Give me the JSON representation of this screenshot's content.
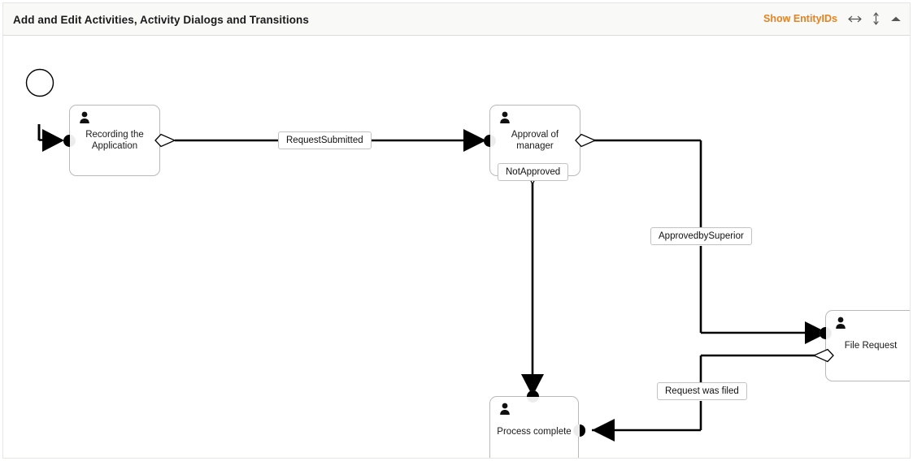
{
  "header": {
    "title": "Add and Edit Activities, Activity Dialogs and Transitions",
    "show_entity_ids_label": "Show EntityIDs",
    "accent_color": "#e8821e",
    "icons": [
      "horizontal-resize-icon",
      "vertical-resize-icon",
      "collapse-chevron-icon"
    ]
  },
  "diagram": {
    "type": "workflow-activity-diagram",
    "start_node": {
      "name": "start-event",
      "shape": "circle"
    },
    "nodes": [
      {
        "id": "recording",
        "label": "Recording the\nApplication",
        "icon": "user-icon"
      },
      {
        "id": "approval",
        "label": "Approval of\nmanager",
        "icon": "user-icon"
      },
      {
        "id": "file_request",
        "label": "File Request",
        "icon": "user-icon"
      },
      {
        "id": "process_complete",
        "label": "Process complete",
        "icon": "user-icon"
      }
    ],
    "transitions": [
      {
        "id": "t1",
        "label": "RequestSubmitted",
        "from": "recording",
        "to": "approval"
      },
      {
        "id": "t2",
        "label": "ApprovedbySuperior",
        "from": "approval",
        "to": "file_request"
      },
      {
        "id": "t3",
        "label": "NotApproved",
        "from": "approval",
        "to": "process_complete"
      },
      {
        "id": "t4",
        "label": "Request was filed",
        "from": "file_request",
        "to": "process_complete"
      }
    ]
  }
}
